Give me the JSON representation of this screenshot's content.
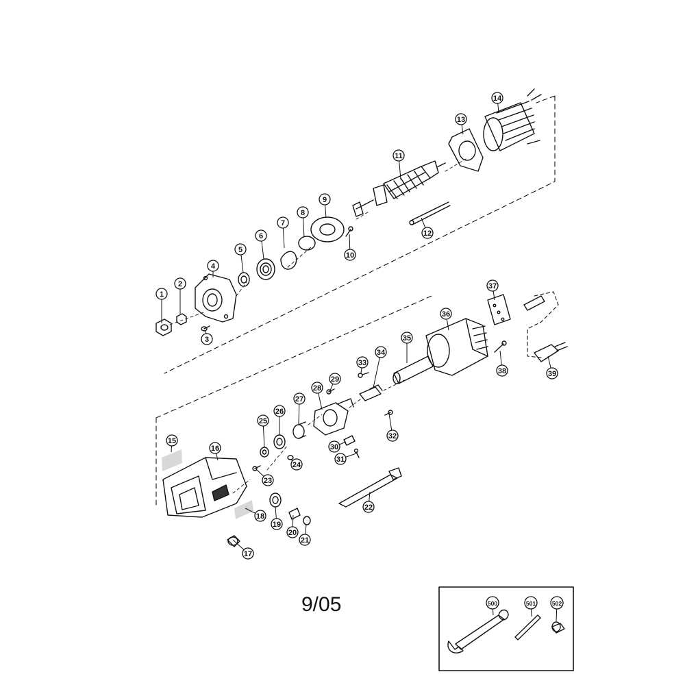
{
  "diagram": {
    "date_code": "9/05",
    "line_color": "#111111",
    "parts": [
      {
        "id": "1"
      },
      {
        "id": "2"
      },
      {
        "id": "3"
      },
      {
        "id": "4"
      },
      {
        "id": "5"
      },
      {
        "id": "6"
      },
      {
        "id": "7"
      },
      {
        "id": "8"
      },
      {
        "id": "9"
      },
      {
        "id": "10"
      },
      {
        "id": "11"
      },
      {
        "id": "12"
      },
      {
        "id": "13"
      },
      {
        "id": "14"
      },
      {
        "id": "15"
      },
      {
        "id": "16"
      },
      {
        "id": "17"
      },
      {
        "id": "18"
      },
      {
        "id": "19"
      },
      {
        "id": "20"
      },
      {
        "id": "21"
      },
      {
        "id": "22"
      },
      {
        "id": "23"
      },
      {
        "id": "24"
      },
      {
        "id": "25"
      },
      {
        "id": "26"
      },
      {
        "id": "27"
      },
      {
        "id": "28"
      },
      {
        "id": "29"
      },
      {
        "id": "30"
      },
      {
        "id": "31"
      },
      {
        "id": "32"
      },
      {
        "id": "33"
      },
      {
        "id": "34"
      },
      {
        "id": "35"
      },
      {
        "id": "36"
      },
      {
        "id": "37"
      },
      {
        "id": "38"
      },
      {
        "id": "39"
      }
    ],
    "accessory_parts": [
      {
        "id": "500"
      },
      {
        "id": "501"
      },
      {
        "id": "502"
      }
    ]
  }
}
